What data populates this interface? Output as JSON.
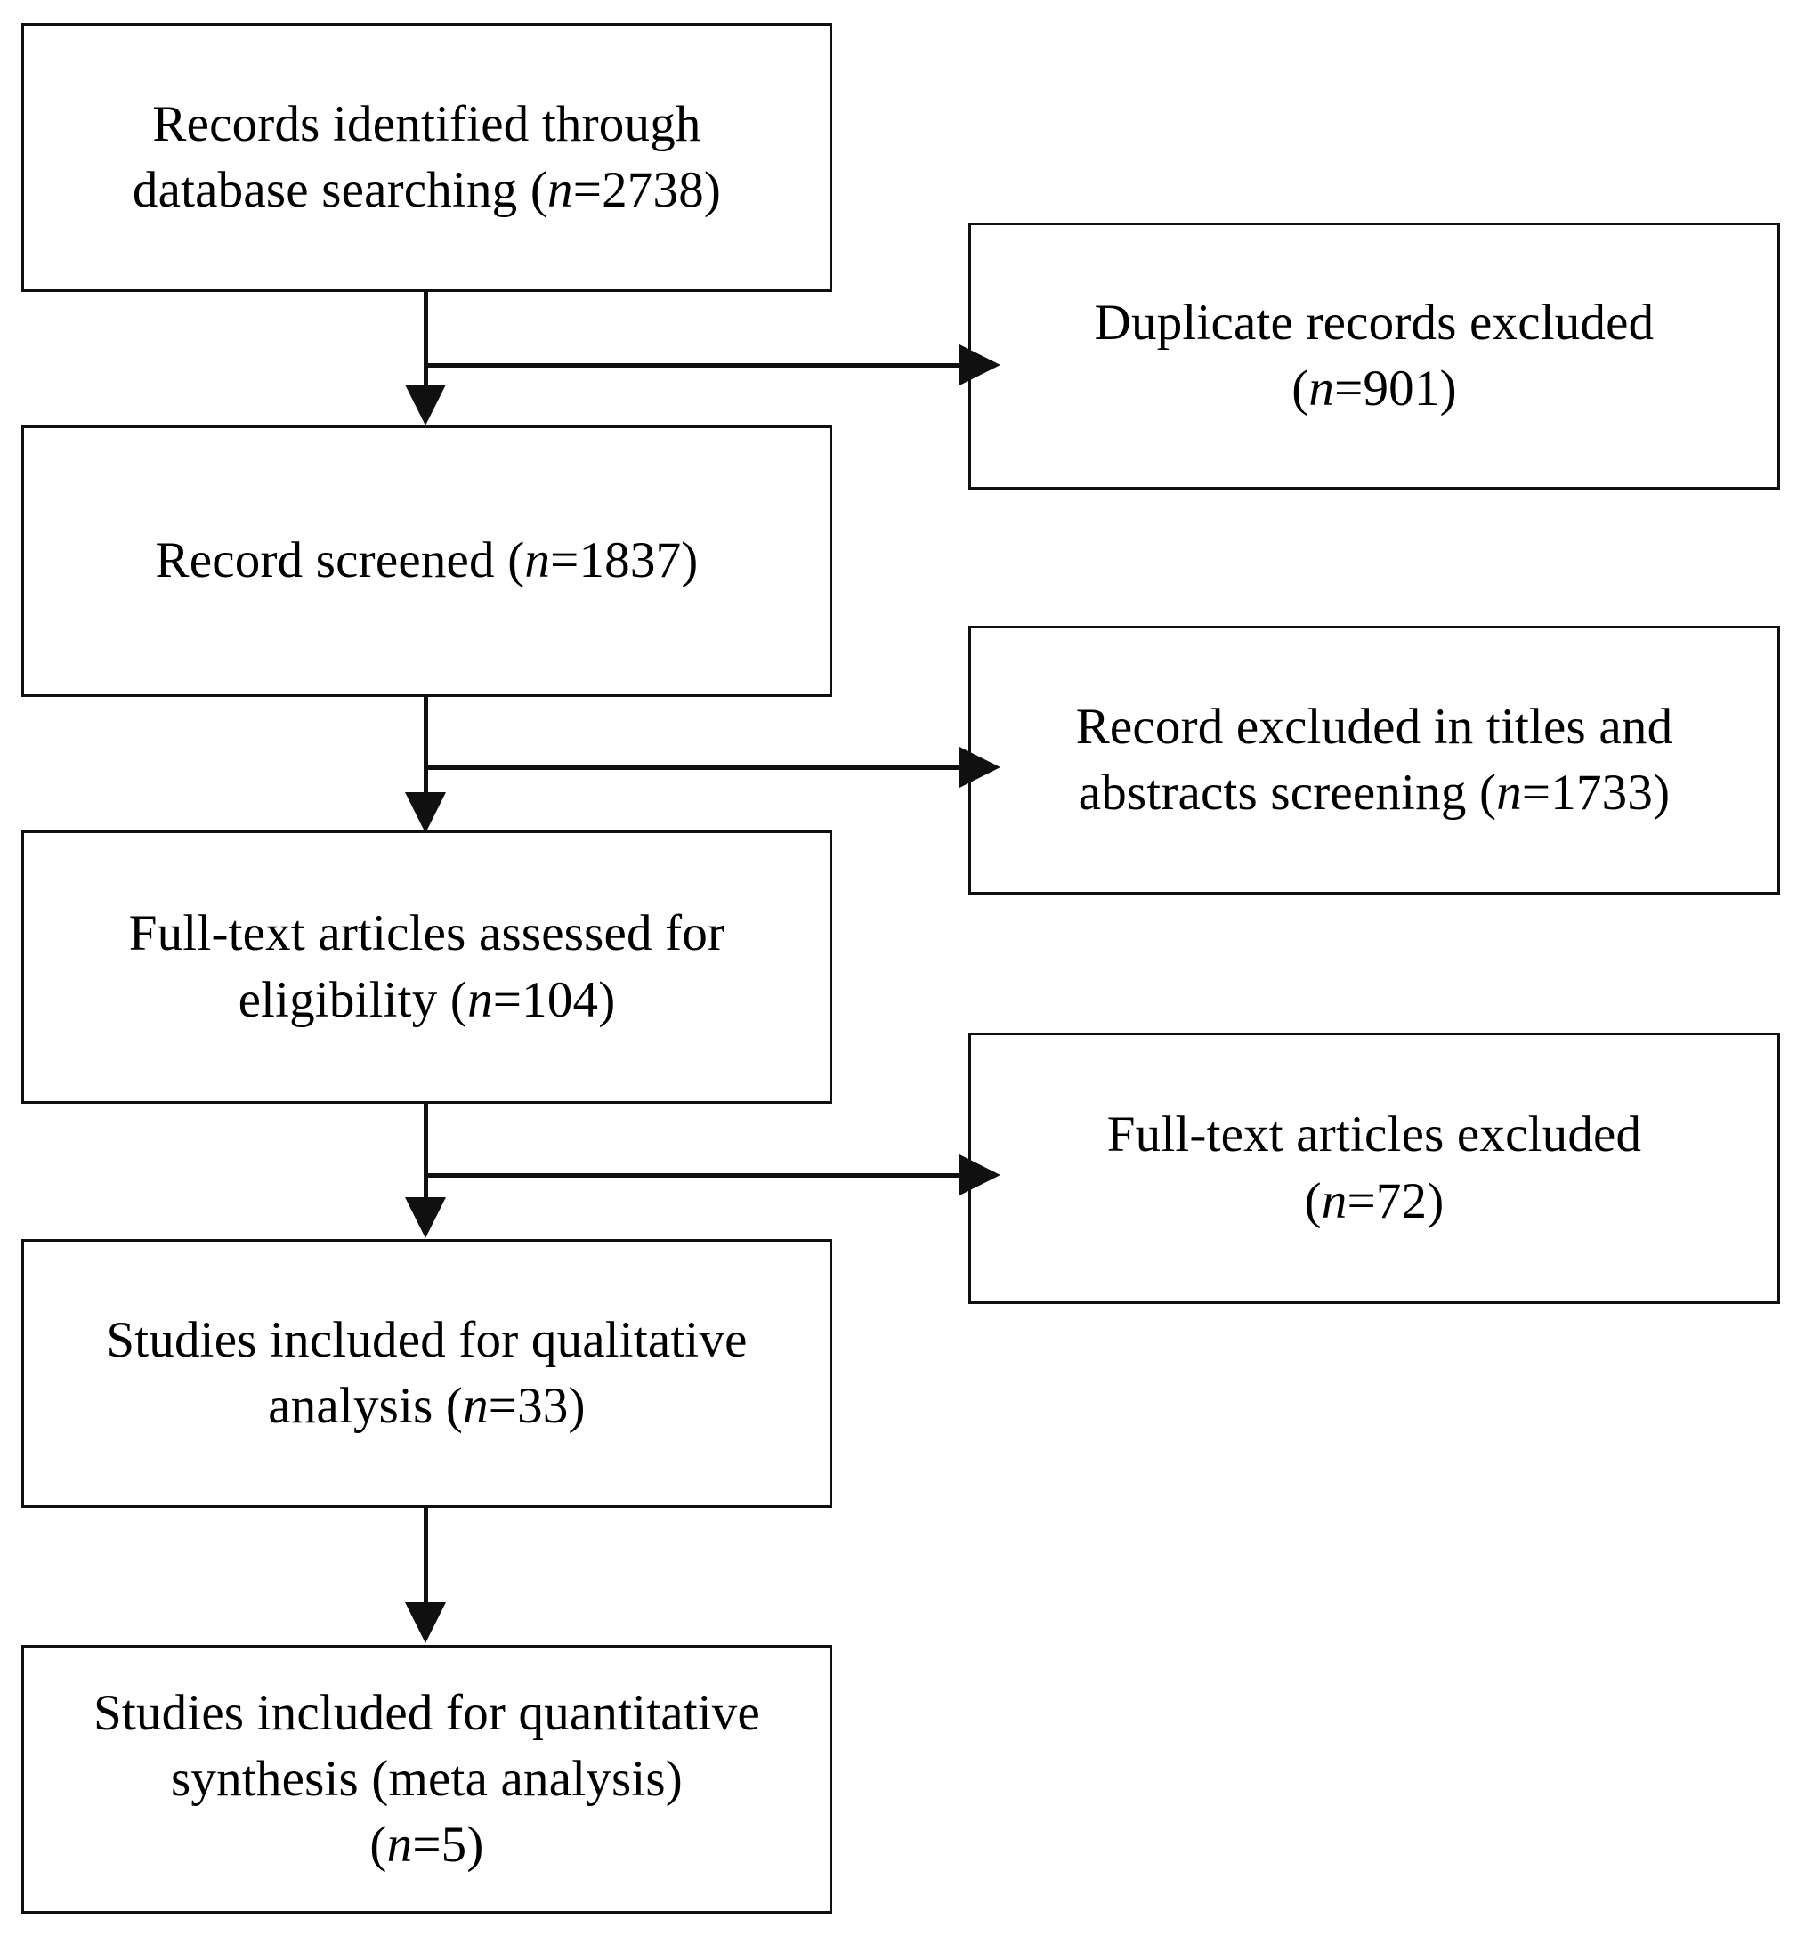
{
  "diagram": {
    "type": "prisma-flow-diagram",
    "title": "PRISMA study selection flow diagram",
    "stroke_color": "#101010",
    "fill_color": "#ffffff",
    "text_color": "#000000",
    "identification_label": "n",
    "nodes": {
      "records_identified": {
        "id": "records-identified",
        "text": "Records identified through\ndatabase searching (n=2738)",
        "count": 2738,
        "stage": "identification",
        "column": "left"
      },
      "records_screened": {
        "id": "records-screened",
        "text": "Record screened (n=1837)",
        "count": 1837,
        "stage": "screening",
        "column": "left"
      },
      "fulltext_assessed": {
        "id": "fulltext-assessed",
        "text": "Full-text articles assessed for\neligibility  (n=104)",
        "count": 104,
        "stage": "eligibility",
        "column": "left"
      },
      "qualitative_included": {
        "id": "qualitative-included",
        "text": "Studies included for qualitative\nanalysis   (n=33)",
        "count": 33,
        "stage": "included",
        "column": "left"
      },
      "quantitative_included": {
        "id": "quantitative-included",
        "text": "Studies included for quantitative\nsynthesis   (meta analysis)\n(n=5)",
        "count": 5,
        "stage": "included",
        "column": "left"
      },
      "duplicates_excluded": {
        "id": "duplicates-excluded",
        "text": "Duplicate records excluded\n(n=901)",
        "count": 901,
        "stage": "exclusion",
        "column": "right"
      },
      "titles_abstracts_excluded": {
        "id": "titles-abstracts-excluded",
        "text": "Record excluded in titles and\nabstracts screening (n=1733)",
        "count": 1733,
        "stage": "exclusion",
        "column": "right"
      },
      "fulltext_excluded": {
        "id": "fulltext-excluded",
        "text": "Full-text articles excluded\n(n=72)",
        "count": 72,
        "stage": "exclusion",
        "column": "right"
      }
    },
    "edges": [
      {
        "from": "records_identified",
        "to": "records_screened",
        "direction": "down",
        "label": ""
      },
      {
        "from": "records_identified",
        "to": "duplicates_excluded",
        "direction": "right",
        "label": ""
      },
      {
        "from": "records_screened",
        "to": "fulltext_assessed",
        "direction": "down",
        "label": ""
      },
      {
        "from": "records_screened",
        "to": "titles_abstracts_excluded",
        "direction": "right",
        "label": ""
      },
      {
        "from": "fulltext_assessed",
        "to": "qualitative_included",
        "direction": "down",
        "label": ""
      },
      {
        "from": "fulltext_assessed",
        "to": "fulltext_excluded",
        "direction": "right",
        "label": ""
      },
      {
        "from": "qualitative_included",
        "to": "quantitative_included",
        "direction": "down",
        "label": ""
      }
    ]
  }
}
